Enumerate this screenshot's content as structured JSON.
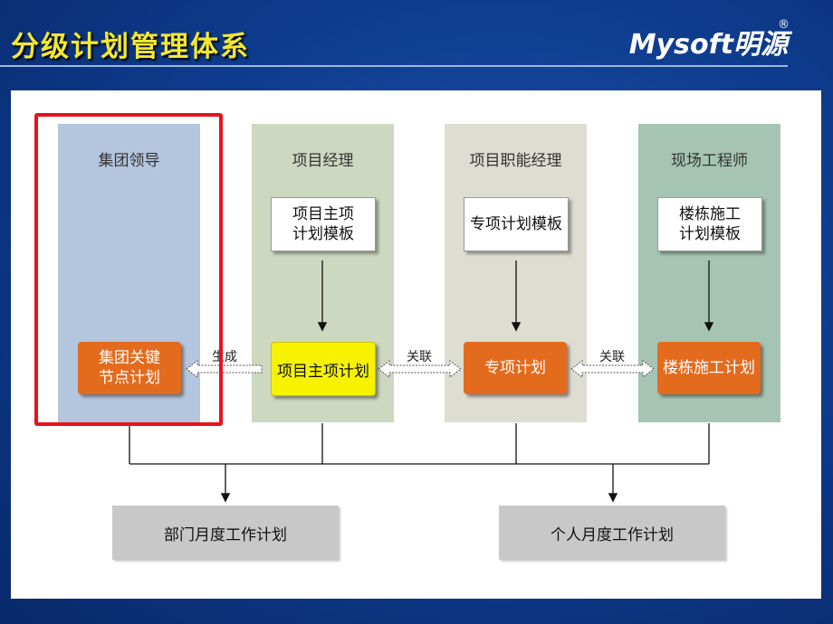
{
  "title": "分级计划管理体系",
  "brand": {
    "name": "Mysoft明源",
    "registered": "®"
  },
  "lanes": [
    {
      "title": "集团领导",
      "color": "#b4c5de"
    },
    {
      "title": "项目经理",
      "color": "#cdd8c0"
    },
    {
      "title": "项目职能经理",
      "color": "#ddddd2"
    },
    {
      "title": "现场工程师",
      "color": "#a6c4b4"
    }
  ],
  "templates": {
    "project_main": "项目主项\n计划模板",
    "special": "专项计划模板",
    "building": "楼栋施工\n计划模板"
  },
  "plans": {
    "group_key": "集团关键\n节点计划",
    "project_main": "项目主项计划",
    "special": "专项计划",
    "building": "楼栋施工计划"
  },
  "links": {
    "generate": "生成",
    "relate_1": "关联",
    "relate_2": "关联"
  },
  "outputs": {
    "department": "部门月度工作计划",
    "personal": "个人月度工作计划"
  },
  "colors": {
    "title_yellow": "#f4e830",
    "highlight_red": "#e8121b",
    "plan_orange": "#e36b1e",
    "main_plan_yellow": "#f7f200"
  }
}
